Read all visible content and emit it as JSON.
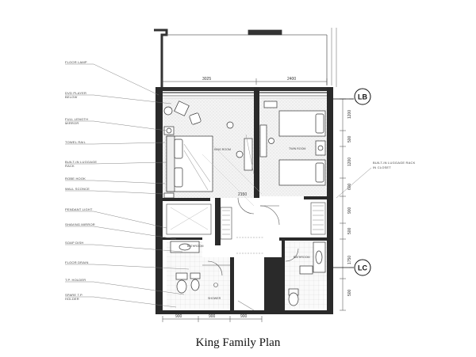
{
  "title": "King Family Plan",
  "markers": {
    "top": "LB",
    "bottom": "LC"
  },
  "callouts": [
    "FLOOR LAMP",
    "DVD PLAYER BELOW",
    "FULL LENGTH MIRROR",
    "TOWEL RAIL",
    "BUILT-IN LUGGAGE RACK",
    "ROBE HOOK",
    "WALL SCONCE",
    "PENDANT LIGHT",
    "SHAVING MIRROR",
    "SOAP DISH",
    "FLOOR DRAIN",
    "T.P. HOLDER",
    "SPARE T.P. HOLDER"
  ],
  "right_callout": "BUILT-IN LUGGAGE RACK IN CLOSET",
  "rooms": {
    "king": "KING ROOM",
    "twin": "TWIN ROOM",
    "bath_left": "BATHROOM",
    "bath_right": "BATHROOM",
    "shower": "SHOWER"
  },
  "dims_top": [
    "3025",
    "2400"
  ],
  "dims_bottom": [
    "900",
    "900",
    "900"
  ],
  "dims_right": [
    "1200",
    "500",
    "1200",
    "600",
    "900",
    "500",
    "1750",
    "500"
  ],
  "dim_center": "2150"
}
